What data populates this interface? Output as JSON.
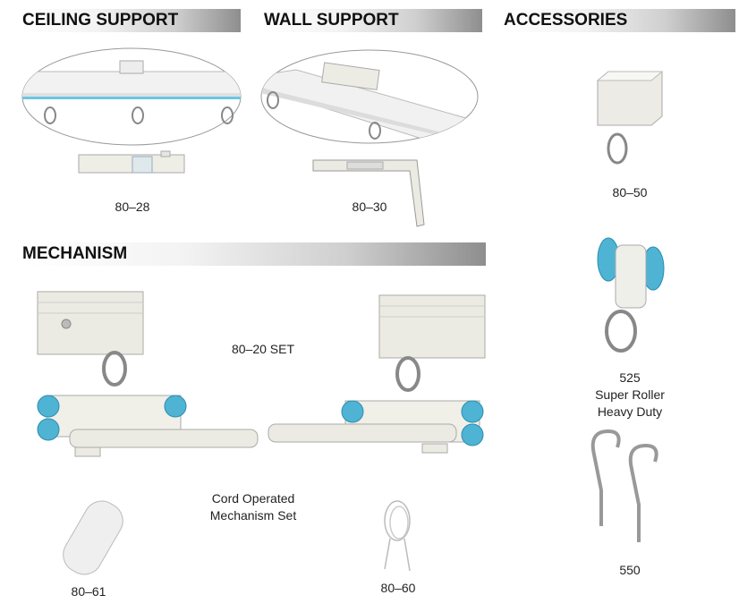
{
  "sections": {
    "ceiling": "CEILING SUPPORT",
    "wall": "WALL SUPPORT",
    "accessories": "ACCESSORIES",
    "mechanism": "MECHANISM"
  },
  "items": {
    "ceiling_code": "80–28",
    "wall_code": "80–30",
    "acc1_code": "80–50",
    "acc2_code": "525",
    "acc2_name1": "Super Roller",
    "acc2_name2": "Heavy Duty",
    "acc3_code": "550",
    "mech_set": "80–20 SET",
    "cord_line1": "Cord Operated",
    "cord_line2": "Mechanism Set",
    "pulley_code": "80–61",
    "cord_code": "80–60"
  },
  "colors": {
    "roller": "#4fb3d4",
    "part": "#ecebe3"
  }
}
